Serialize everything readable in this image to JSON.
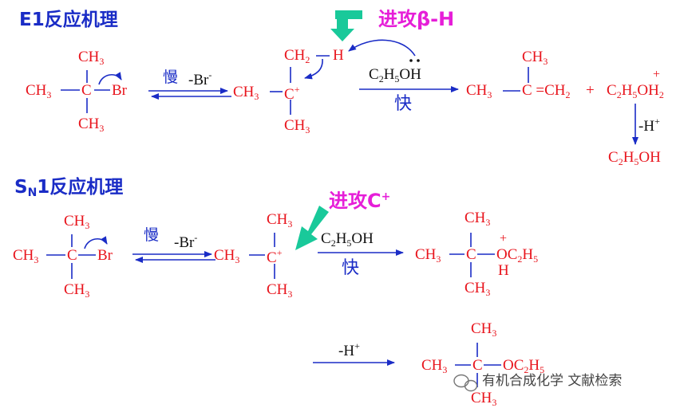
{
  "e1": {
    "title": "E1反应机理",
    "attack_label": "进攻β-H",
    "slow": "慢",
    "minus_br": "-Br",
    "minus_sign": "-",
    "reagent": "C2H5OH",
    "fast": "快",
    "ch3": "CH3",
    "c": "C",
    "br": "Br",
    "ch2": "CH2",
    "h": "H",
    "plus": "+",
    "product_main": "CH3—C=CH2",
    "product_plus": "+",
    "protonated": "C2H5OH2",
    "minus_h": "-H",
    "ethanol": "C2H5OH"
  },
  "sn1": {
    "title": "SN1反应机理",
    "attack_label": "进攻C",
    "slow": "慢",
    "minus_br": "-Br",
    "reagent": "C2H5OH",
    "fast": "快",
    "oc2h5": "OC2H5",
    "h": "H",
    "minus_h": "-H",
    "plus": "+"
  },
  "watermark": "有机合成化学 文献检索",
  "colors": {
    "red": "#e8141c",
    "blue": "#1a2cc6",
    "magenta": "#e61ed8",
    "green": "#19c99a"
  }
}
